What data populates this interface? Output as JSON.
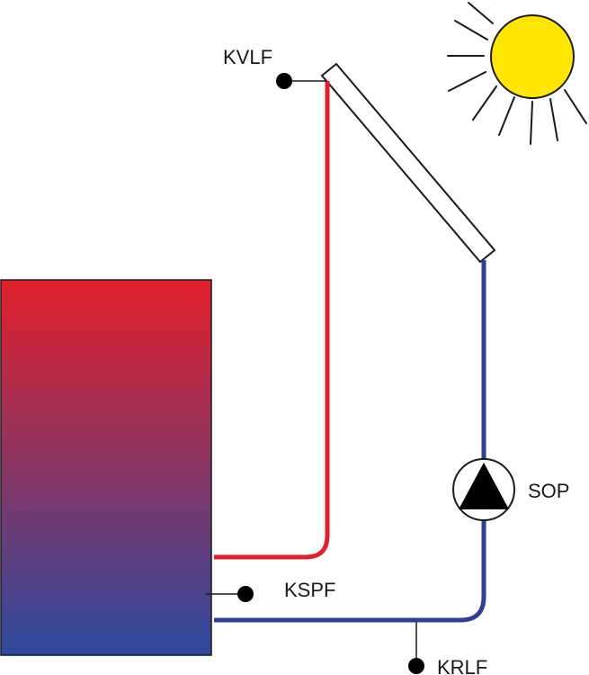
{
  "labels": {
    "collector_flow_sensor": "KVLF",
    "storage_sensor": "KSPF",
    "return_sensor": "KRLF",
    "solar_pump": "SOP"
  },
  "colors": {
    "flow_pipe": "#e3202a",
    "return_pipe": "#2f3f96",
    "tank_top": "#e3202a",
    "tank_bottom": "#2e4a9e",
    "sun_fill": "#ffe600",
    "outline": "#1a1a1a"
  },
  "icons": {
    "sun": "sun-icon",
    "pump": "pump-icon",
    "collector": "solar-collector-icon",
    "tank": "storage-tank-icon"
  }
}
